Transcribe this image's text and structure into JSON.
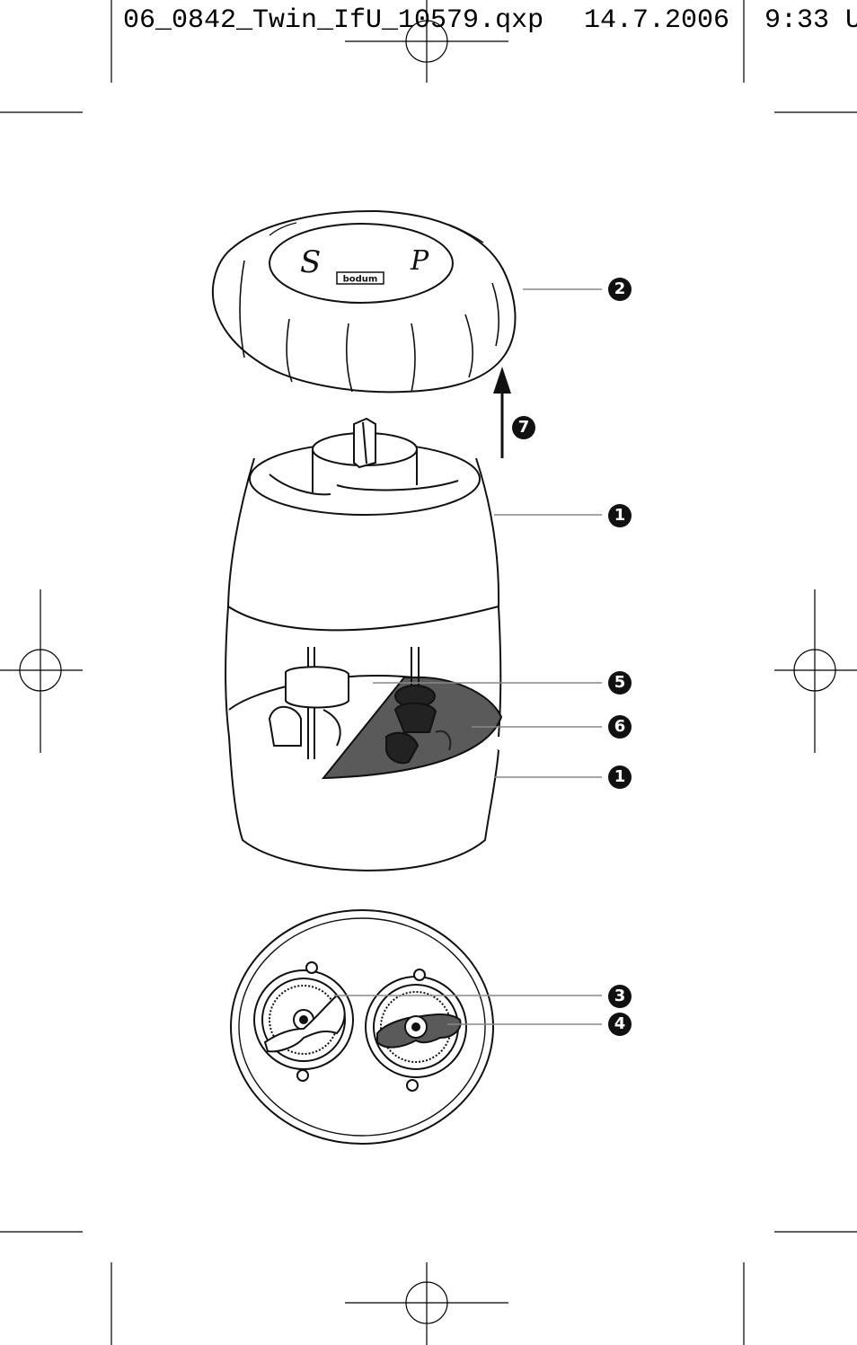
{
  "slug": {
    "filename": "06_0842_Twin_IfU_10579.qxp",
    "date": "14.7.2006",
    "time": "9:33 U"
  },
  "lid": {
    "letter_left": "S",
    "letter_right": "P",
    "brand": "bodum"
  },
  "callouts": {
    "c2": "2",
    "c7": "7",
    "c1_top": "1",
    "c5": "5",
    "c6": "6",
    "c1_bottom": "1",
    "c3": "3",
    "c4": "4"
  },
  "colors": {
    "line": "#111111",
    "leader": "#888888",
    "dark_fill": "#5a5a5a",
    "callout_bg": "#111111"
  }
}
